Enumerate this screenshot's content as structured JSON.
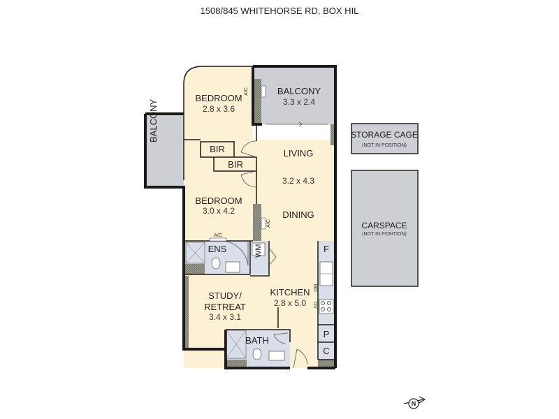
{
  "title": "1508/845 WHITEHORSE RD, BOX HIL",
  "rooms": {
    "bedroom1": {
      "name": "BEDROOM",
      "size": "2.8 x 3.6"
    },
    "balcony_top": {
      "name": "BALCONY",
      "size": "3.3 x 2.4"
    },
    "balcony_side": {
      "name": "BALCONY"
    },
    "bir1": {
      "name": "BIR"
    },
    "bir2": {
      "name": "BIR"
    },
    "living": {
      "name": "LIVING",
      "size": "3.2 x 4.3"
    },
    "dining": {
      "name": "DINING"
    },
    "bedroom2": {
      "name": "BEDROOM",
      "size": "3.0 x 4.2"
    },
    "ensuite": {
      "name": "ENS"
    },
    "laundry": {
      "name": "WM"
    },
    "study": {
      "name_line1": "STUDY/",
      "name_line2": "RETREAT",
      "size": "3.4 x 3.1"
    },
    "kitchen": {
      "name": "KITCHEN",
      "size": "2.8 x 5.0"
    },
    "bath": {
      "name": "BATH"
    },
    "fridge": {
      "name": "F"
    },
    "pantry": {
      "name": "P"
    },
    "cupboard": {
      "name": "C"
    }
  },
  "fixtures": {
    "ac": "A/C",
    "microwave": "MO",
    "oven": "OV"
  },
  "storage_cage": {
    "name": "STORAGE CAGE",
    "note": "(NOT IN POSITION)"
  },
  "carspace": {
    "name": "CARSPACE",
    "note": "(NOT IN POSITION)"
  },
  "north": "N",
  "colors": {
    "floor": "#fcf1d4",
    "wet": "#d9dee8",
    "balcony": "#ccd0d5",
    "wall": "#1a1a1a"
  }
}
